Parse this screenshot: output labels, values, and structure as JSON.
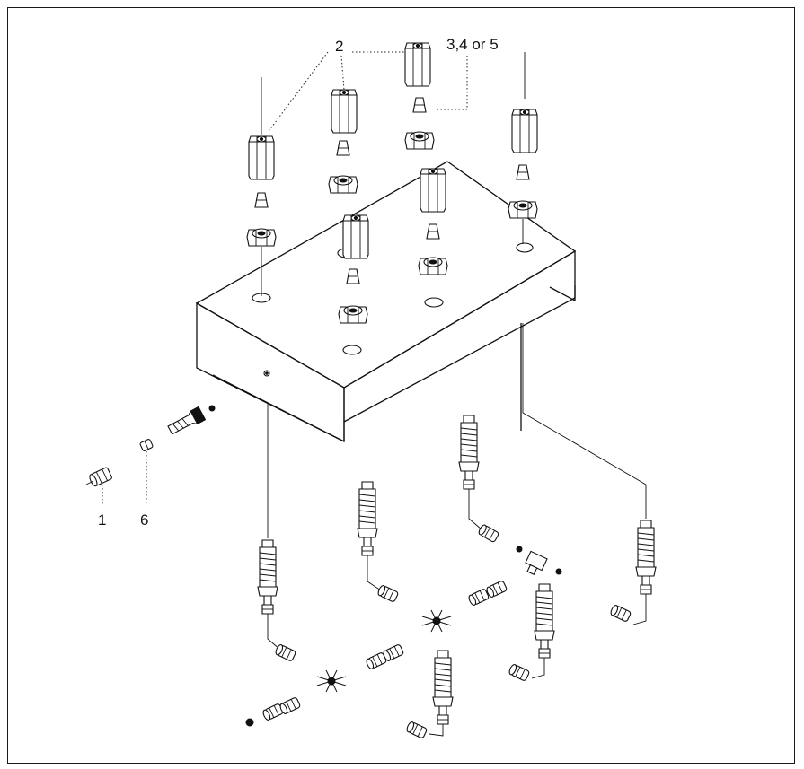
{
  "labels": {
    "part_1": "1",
    "part_2": "2",
    "part_3_4_5": "3,4 or 5",
    "part_6": "6"
  },
  "colors": {
    "line": "#111111",
    "background": "#ffffff"
  }
}
